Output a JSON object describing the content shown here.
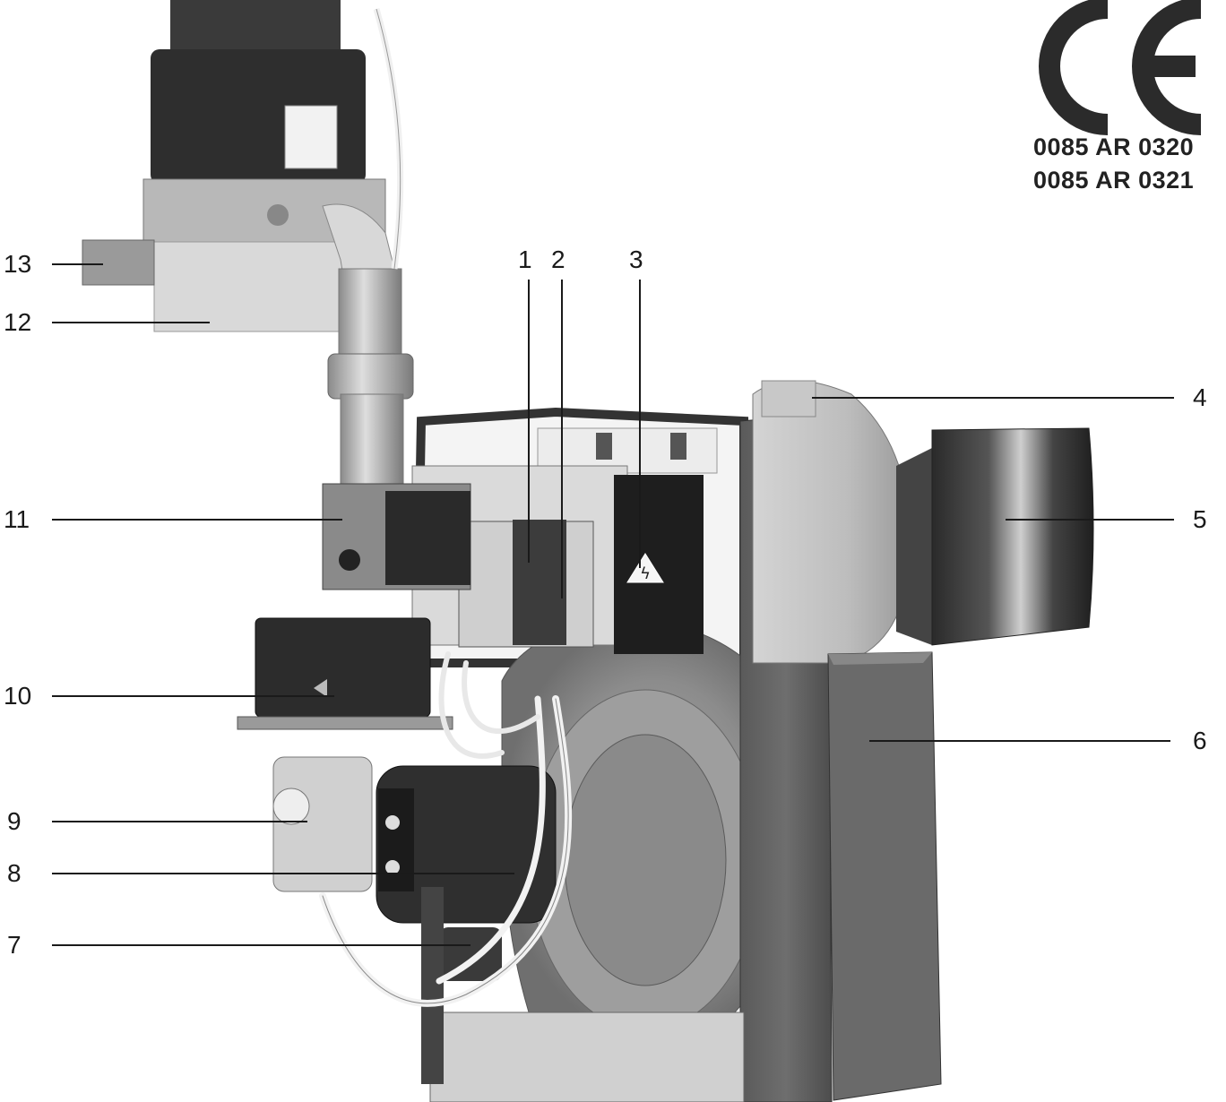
{
  "certification": {
    "mark": "CE",
    "codes": [
      "0085 AR 0320",
      "0085 AR 0321"
    ]
  },
  "callouts": [
    {
      "id": "1",
      "label": "1"
    },
    {
      "id": "2",
      "label": "2"
    },
    {
      "id": "3",
      "label": "3"
    },
    {
      "id": "4",
      "label": "4"
    },
    {
      "id": "5",
      "label": "5"
    },
    {
      "id": "6",
      "label": "6"
    },
    {
      "id": "7",
      "label": "7"
    },
    {
      "id": "8",
      "label": "8"
    },
    {
      "id": "9",
      "label": "9"
    },
    {
      "id": "10",
      "label": "10"
    },
    {
      "id": "11",
      "label": "11"
    },
    {
      "id": "12",
      "label": "12"
    },
    {
      "id": "13",
      "label": "13"
    }
  ],
  "colors": {
    "line": "#1a1a1a",
    "housing_dark": "#4a4a4a",
    "housing_mid": "#7a7a7a",
    "metal_light": "#c9c9c9",
    "metal_pale": "#e2e2e2",
    "component_black": "#2b2b2b"
  }
}
